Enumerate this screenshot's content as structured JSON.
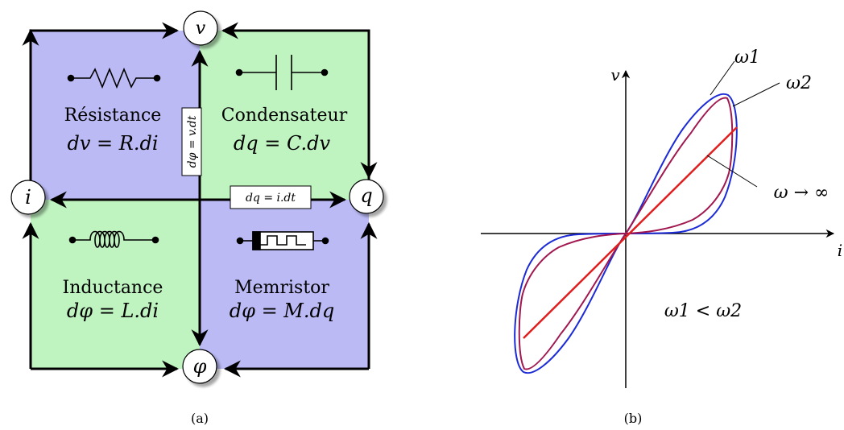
{
  "panel_a": {
    "caption": "(a)",
    "nodes": {
      "v": "v",
      "q": "q",
      "i": "i",
      "phi": "φ"
    },
    "quadrants": {
      "resistance": {
        "name": "Résistance",
        "equation": "dv = R.di",
        "symbol": "resistor-icon"
      },
      "capacitor": {
        "name": "Condensateur",
        "equation": "dq = C.dv",
        "symbol": "capacitor-icon"
      },
      "inductance": {
        "name": "Inductance",
        "equation": "dφ = L.di",
        "symbol": "inductor-icon"
      },
      "memristor": {
        "name": "Memristor",
        "equation": "dφ = M.dq",
        "symbol": "memristor-icon"
      }
    },
    "relations": {
      "flux_voltage": "dφ = v.dt",
      "charge_current": "dq = i.dt"
    },
    "colors": {
      "purple_fill": "#bbbaf5",
      "green_fill": "#bff3c0",
      "node_fill": "#ffffff"
    }
  },
  "panel_b": {
    "caption": "(b)",
    "axes": {
      "x_label": "i",
      "y_label": "v"
    },
    "curve_labels": {
      "omega1": "ω1",
      "omega2": "ω2",
      "omega_inf": "ω → ∞"
    },
    "condition": "ω1 < ω2",
    "colors": {
      "omega1": "#1c2bd6",
      "omega2": "#a0184f",
      "omega_inf": "#e01e1e"
    }
  }
}
